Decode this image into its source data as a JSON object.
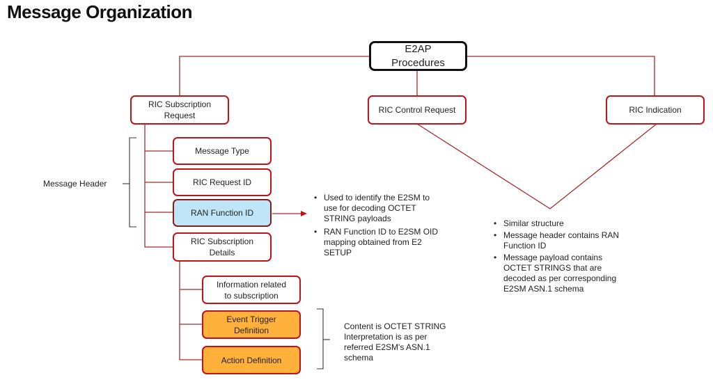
{
  "title": "Message Organization",
  "root": "E2AP\nProcedures",
  "procedures": {
    "subscription": "RIC Subscription\nRequest",
    "control": "RIC Control Request",
    "indication": "RIC Indication"
  },
  "header_label": "Message Header",
  "fields": {
    "message_type": "Message Type",
    "request_id": "RIC Request ID",
    "ran_function_id": "RAN Function ID",
    "subscription_details": "RIC Subscription\nDetails"
  },
  "details": {
    "info": "Information related\nto subscription",
    "event_trigger": "Event Trigger\nDefinition",
    "action": "Action Definition"
  },
  "ran_notes": [
    "Used to identify the E2SM to\nuse for decoding OCTET\nSTRING payloads",
    "RAN Function ID to E2SM OID\nmapping obtained from E2\nSETUP"
  ],
  "control_indication_notes": [
    "Similar structure",
    "Message header contains RAN\nFunction ID",
    "Message payload contains\nOCTET STRINGS that are\ndecoded as per corresponding\nE2SM ASN.1 schema"
  ],
  "content_note": "Content is OCTET STRING\nInterpretation  is as per\nreferred E2SM's ASN.1\nschema",
  "colors": {
    "border_red": "#c0121b",
    "line_red": "#a42b2b",
    "blue_fill": "#bfe6f8",
    "orange_fill": "#ffb13c"
  }
}
